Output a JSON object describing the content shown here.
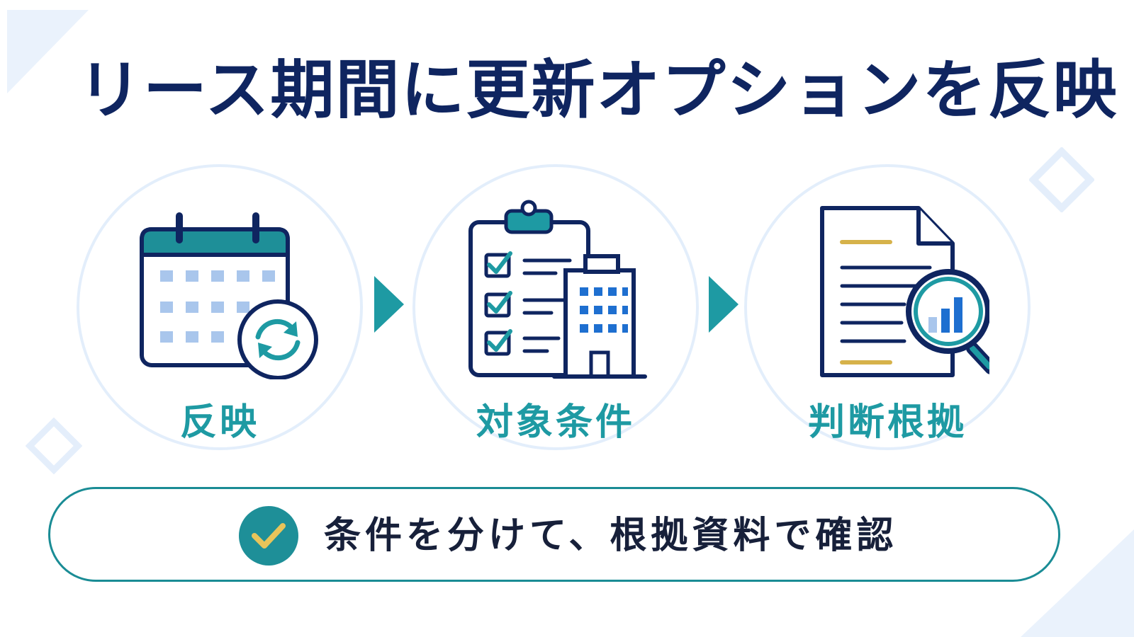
{
  "title": "リース期間に更新オプションを反映",
  "steps": [
    {
      "label": "反映",
      "icon": "calendar-refresh-icon"
    },
    {
      "label": "対象条件",
      "icon": "clipboard-building-icon"
    },
    {
      "label": "判断根拠",
      "icon": "document-magnifier-icon"
    }
  ],
  "banner": {
    "text": "条件を分けて、根拠資料で確認",
    "icon": "check-circle-icon"
  },
  "colors": {
    "title": "#0f2560",
    "accent_teal": "#1e9aa3",
    "icon_navy": "#0f2560",
    "light_blue": "#a9c6ec",
    "gold": "#d6b24a",
    "ring": "#e3eefb"
  }
}
